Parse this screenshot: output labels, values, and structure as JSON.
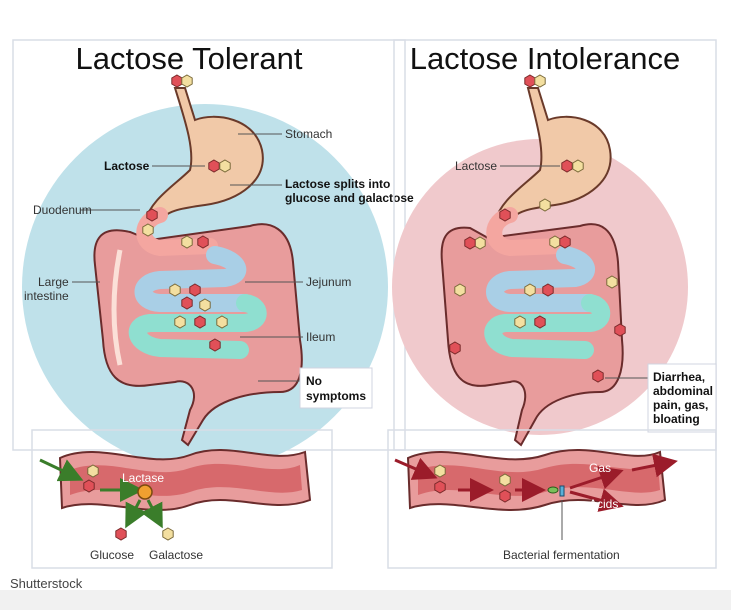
{
  "left": {
    "title": "Lactose Tolerant",
    "labels": {
      "stomach": "Stomach",
      "lactose": "Lactose",
      "splits": [
        "Lactose splits into",
        "glucose and galactose"
      ],
      "duodenum": "Duodenum",
      "large_intestine": [
        "Large",
        "intestine"
      ],
      "jejunum": "Jejunum",
      "ileum": "Ileum",
      "no_symptoms": [
        "No",
        "symptoms"
      ]
    },
    "inset": {
      "lactase": "Lactase",
      "glucose": "Glucose",
      "galactose": "Galactose"
    }
  },
  "right": {
    "title": "Lactose Intolerance",
    "labels": {
      "lactose": "Lactose",
      "symptoms": [
        "Diarrhea,",
        "abdominal",
        "pain, gas,",
        "bloating"
      ]
    },
    "inset": {
      "gas": "Gas",
      "acids": "Acids",
      "bacterial": "Bacterial fermentation"
    }
  },
  "credit": "Shutterstock",
  "colors": {
    "tolerant_bg": "#bfe1ea",
    "intolerant_bg": "#f0c9cc",
    "gut": "#e89c9c",
    "stomach": "#f1c9a8",
    "small_intestine_blue": "#a9cfe6",
    "small_intestine_teal": "#8fdfd0",
    "glucose": "#e05058",
    "galactose": "#f3dfa0",
    "lactase": "#f0a030"
  }
}
